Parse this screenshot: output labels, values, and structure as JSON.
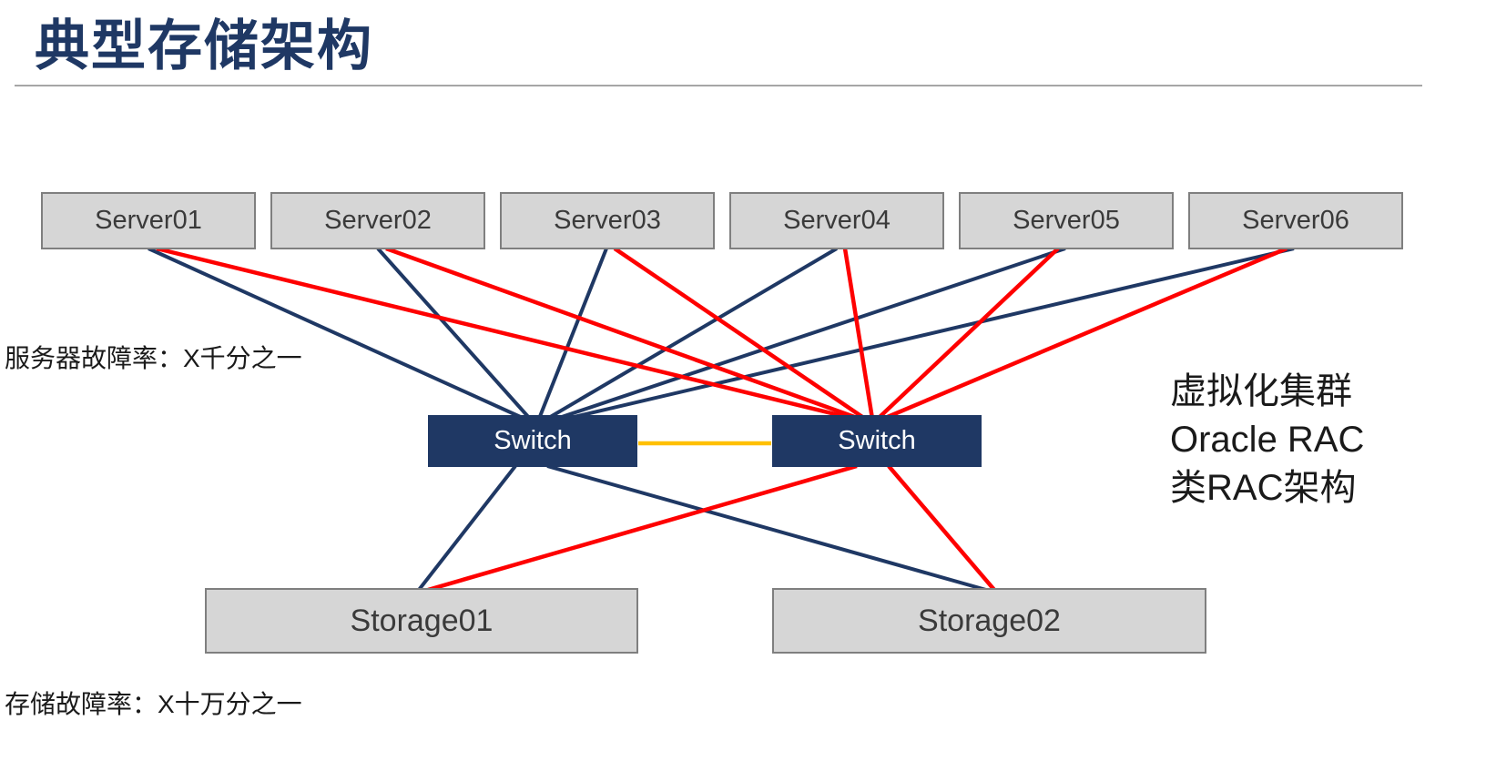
{
  "title": "典型存储架构",
  "servers": [
    "Server01",
    "Server02",
    "Server03",
    "Server04",
    "Server05",
    "Server06"
  ],
  "switches": [
    "Switch",
    "Switch"
  ],
  "storages": [
    "Storage01",
    "Storage02"
  ],
  "annotations": {
    "server_failure": "服务器故障率：X千分之一",
    "storage_failure": "存储故障率：X十万分之一",
    "cluster_note_lines": [
      "虚拟化集群",
      "Oracle RAC",
      "类RAC架构"
    ]
  },
  "colors": {
    "title_text": "#1f3864",
    "divider": "#a6a6a6",
    "navy_line": "#1f3864",
    "red_line": "#fe0000",
    "orange_line": "#ffc000",
    "switch_fill": "#1f3864",
    "switch_text": "#ffffff",
    "box_fill": "#d6d6d6",
    "box_border": "#7f7f7f"
  }
}
